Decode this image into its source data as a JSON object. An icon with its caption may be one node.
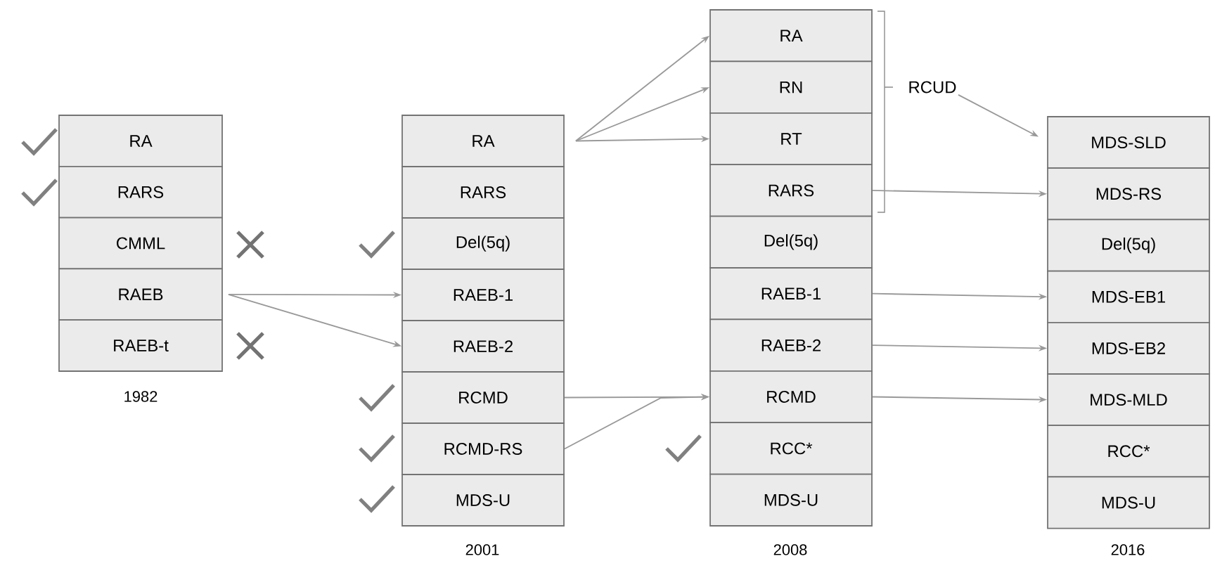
{
  "diagram": {
    "nodes": [
      {
        "text": [
          "RA"
        ]
      },
      {
        "text": [
          "RARS"
        ]
      },
      {
        "text": [
          "CMML"
        ]
      },
      {
        "text": [
          "RAEB"
        ]
      },
      {
        "text": [
          "RAEB-t"
        ]
      },
      {
        "text": [
          "RA"
        ]
      },
      {
        "text": [
          "RARS"
        ]
      },
      {
        "text": [
          "Del(5q)"
        ]
      },
      {
        "text": [
          "RAEB-1"
        ]
      },
      {
        "text": [
          "RAEB-2"
        ]
      },
      {
        "text": [
          "RCMD"
        ]
      },
      {
        "text": [
          "RCMD-RS"
        ]
      },
      {
        "text": [
          "MDS-U"
        ]
      },
      {
        "text": [
          "RA"
        ]
      },
      {
        "text": [
          "RN"
        ]
      },
      {
        "text": [
          "RT"
        ]
      },
      {
        "text": [
          "RARS"
        ]
      },
      {
        "text": [
          "Del(5q)"
        ]
      },
      {
        "text": [
          "RAEB-1"
        ]
      },
      {
        "text": [
          "RAEB-2"
        ]
      },
      {
        "text": [
          "RCMD"
        ]
      },
      {
        "text": [
          "RCC*"
        ]
      },
      {
        "text": [
          "MDS-U"
        ]
      },
      {
        "text": [
          "RCUD"
        ]
      },
      {
        "text": [
          "MDS-SLD"
        ]
      },
      {
        "text": [
          "MDS-RS"
        ]
      },
      {
        "text": [
          "Del(5q)"
        ]
      },
      {
        "text": [
          "MDS-EB1"
        ]
      },
      {
        "text": [
          "MDS-EB2"
        ]
      },
      {
        "text": [
          "MDS-MLD"
        ]
      },
      {
        "text": [
          "RCC*"
        ]
      },
      {
        "text": [
          "MDS-U"
        ]
      }
    ],
    "edges": [
      {
        "from": 3,
        "to": 8,
        "arrow": "to"
      },
      {
        "from": 3,
        "to": 9,
        "arrow": "to"
      },
      {
        "from": 5,
        "to": 13,
        "arrow": "to"
      },
      {
        "from": 5,
        "to": 14,
        "arrow": "to"
      },
      {
        "from": 5,
        "to": 15,
        "arrow": "to"
      },
      {
        "from": 10,
        "to": 20,
        "arrow": "to"
      },
      {
        "from": 11,
        "to": 20,
        "arrow": "to"
      },
      {
        "from": 16,
        "to": 25,
        "arrow": "to"
      },
      {
        "from": 23,
        "to": 24,
        "arrow": "to"
      },
      {
        "from": 18,
        "to": 27,
        "arrow": "to"
      },
      {
        "from": 19,
        "to": 28,
        "arrow": "to"
      },
      {
        "from": 20,
        "to": 29,
        "arrow": "to"
      }
    ],
    "labels": [
      "1982",
      "2001",
      "2008",
      "2016"
    ]
  }
}
